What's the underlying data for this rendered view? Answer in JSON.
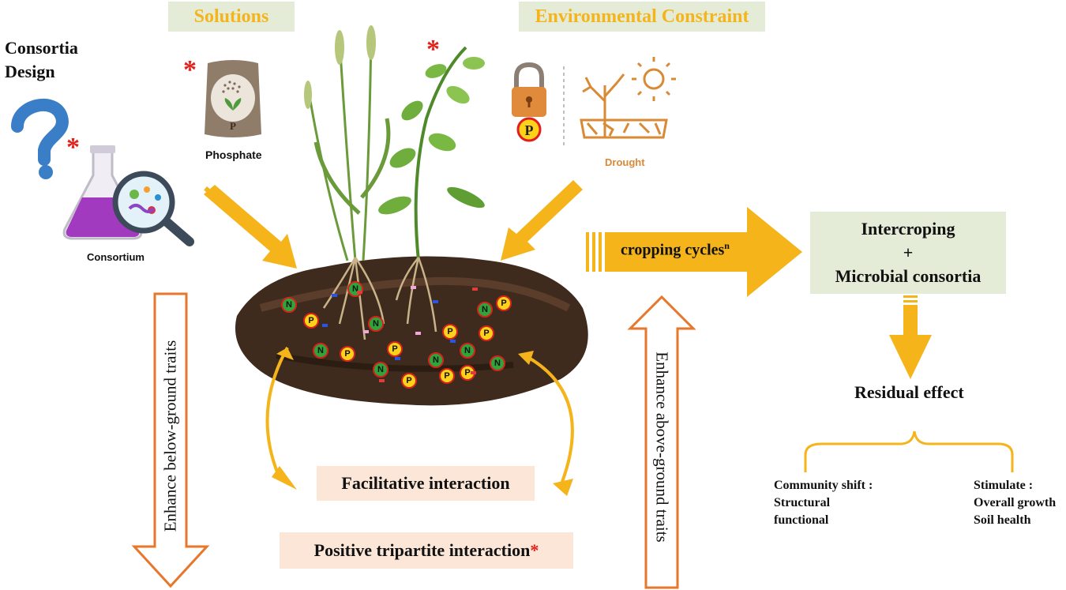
{
  "top": {
    "solutions_label": "Solutions",
    "env_constraint_label": "Environmental Constraint"
  },
  "consortia": {
    "title_line1": "Consortia",
    "title_line2": "Design",
    "consortium_label": "Consortium"
  },
  "phosphate": {
    "label": "Phosphate",
    "bag_letter": "P"
  },
  "constraint": {
    "lock_letter": "P",
    "drought_label": "Drought"
  },
  "center": {
    "cropping_cycles_label": "cropping cycles",
    "cropping_cycles_sup": "n",
    "facilitative_label": "Facilitative interaction",
    "positive_label": "Positive tripartite interaction",
    "below_ground_label": "Enhance below-ground traits",
    "above_ground_label": "Enhance above-ground traits",
    "nutrient_n": "N",
    "nutrient_p": "P"
  },
  "right": {
    "intercropping_line1": "Intercroping",
    "intercropping_line2": "+",
    "intercropping_line3": "Microbial consortia",
    "residual_label": "Residual effect",
    "community_line1": "Community shift :",
    "community_line2": "Structural",
    "community_line3": "functional",
    "stimulate_line1": "Stimulate :",
    "stimulate_line2": "Overall growth",
    "stimulate_line3": "Soil health"
  },
  "marks": {
    "star": "*"
  },
  "colors": {
    "accent_yellow": "#f4b41a",
    "arrow_orange": "#e7772b",
    "soil_brown": "#3f2b1e",
    "star_red": "#e0211b"
  }
}
